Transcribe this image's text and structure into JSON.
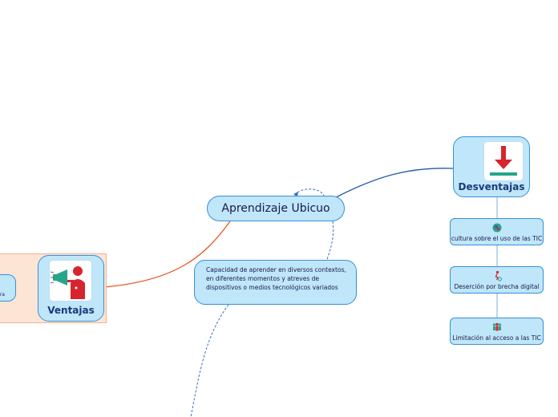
{
  "map": {
    "central_topic": "Aprendizaje Ubicuo",
    "definition_text": "Capacidad de aprender en diversos contextos, en diferentes momentos y atreves de dispositivos o medios tecnológicos variados",
    "ventajas": {
      "label": "Ventajas",
      "icon": "megaphone-person-icon",
      "partial_child_text": "ra"
    },
    "desventajas": {
      "label": "Desventajas",
      "icon": "download-arrow-icon",
      "marker_icon": "lightbulb-icon",
      "items": [
        {
          "label": "cultura sobre el uso de las TIC",
          "icon": "head-gears-icon"
        },
        {
          "label": "Deserción por brecha digital",
          "icon": "running-person-icon"
        },
        {
          "label": "Limitación al acceso a las TIC",
          "icon": "group-people-icon"
        }
      ]
    }
  },
  "colors": {
    "node_fill": "#bfe6f9",
    "node_border": "#3a8fd8",
    "link_ventajas": "#e8561d",
    "link_desventajas": "#1f5aa8",
    "group_fill": "#fde5d6",
    "group_border": "#f3b190"
  }
}
